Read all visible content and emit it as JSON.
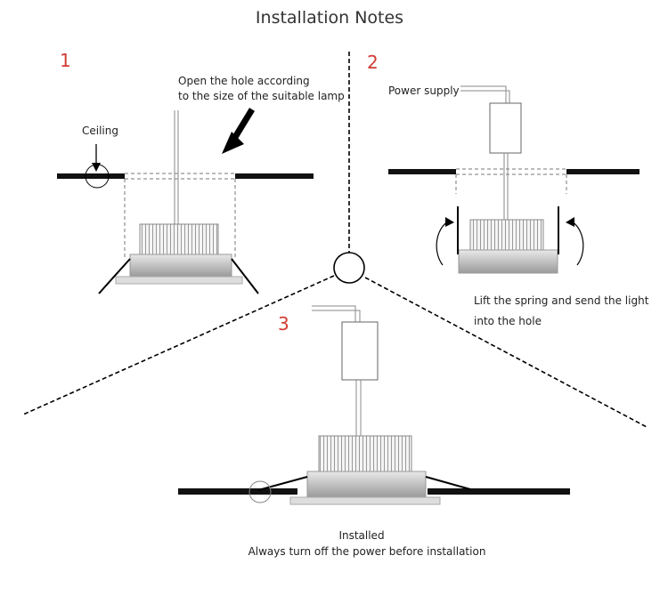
{
  "title": "Installation Notes",
  "steps": [
    {
      "number": "1",
      "hole_note": "Open the hole according\nto the size of the suitable lamp",
      "ceiling_label": "Ceiling"
    },
    {
      "number": "2",
      "power_label": "Power supply",
      "instruction": "Lift the spring and send the light\ninto the hole"
    },
    {
      "number": "3",
      "status": "Installed",
      "warning": "Always turn off the power before installation"
    }
  ],
  "colors": {
    "step_number": "#d23c32",
    "ceiling": "#111111",
    "lamp_trim": "#c8c8c8",
    "lamp_body": "#e6e6e6",
    "line": "#000000"
  },
  "icons": [
    "arrow-down-left-icon",
    "rotate-arrow-icon",
    "circle-marker-icon"
  ]
}
